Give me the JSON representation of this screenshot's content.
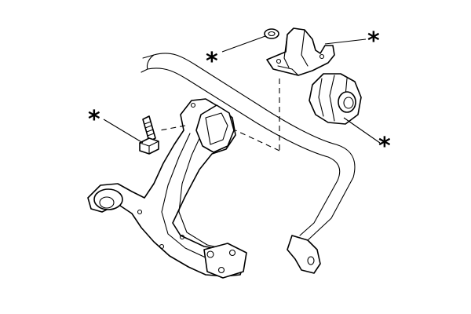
{
  "callouts": [
    {
      "id": "bolt",
      "text": "*"
    },
    {
      "id": "washer",
      "text": "*"
    },
    {
      "id": "clamp",
      "text": "*"
    },
    {
      "id": "bush",
      "text": "*"
    }
  ],
  "colors": {
    "line": "#000000",
    "background": "#ffffff"
  }
}
